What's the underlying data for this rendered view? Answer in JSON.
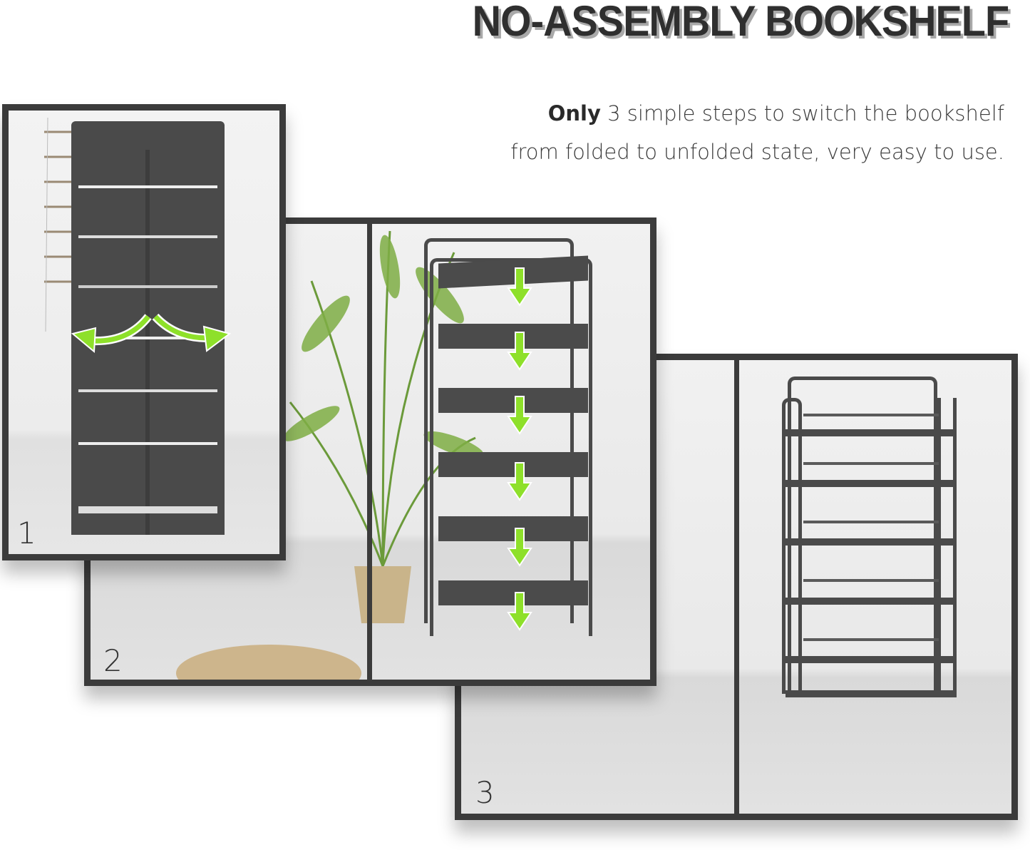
{
  "header": {
    "title": "NO-ASSEMBLY BOOKSHELF",
    "subtitle_bold": "Only",
    "subtitle_line1_rest": " 3 simple steps to switch the bookshelf",
    "subtitle_line2": "from folded to unfolded state, very easy to use."
  },
  "steps": [
    {
      "number": "1",
      "description_icon": "unfold-arrows-icon"
    },
    {
      "number": "2",
      "description_icon": "down-arrows-icon"
    },
    {
      "number": "3",
      "description_icon": "assembled-shelf"
    }
  ],
  "colors": {
    "frame": "#3b3b3b",
    "arrow_green": "#8ee02a",
    "shelf_dark": "#4a4a4a",
    "title_text": "#2f2f2f",
    "title_shadow": "#a9a9a9"
  }
}
